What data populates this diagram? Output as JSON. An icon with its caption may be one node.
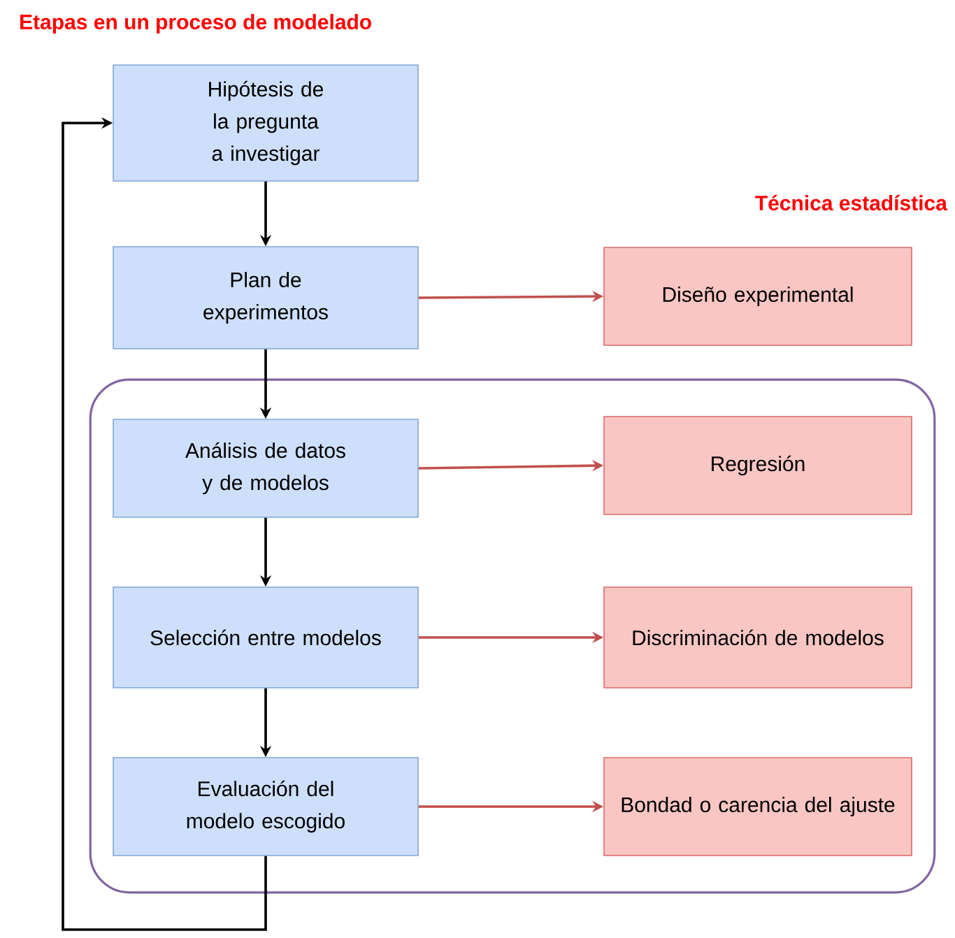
{
  "diagram": {
    "title": "Etapas en un proceso de modelado",
    "nodes": [
      {
        "text": [
          "Hipótesis de la pregunta a investigar"
        ]
      },
      {
        "text": [
          "Plan de experimentos"
        ]
      },
      {
        "text": [
          "Diseño experimental"
        ]
      },
      {
        "text": [],
        "shape": "box"
      },
      {
        "text": [
          "Análisis de datos y de modelos"
        ],
        "in": 3
      },
      {
        "text": [
          "Regresión"
        ],
        "in": 3
      },
      {
        "text": [
          "Selección entre modelos"
        ],
        "in": 3
      },
      {
        "text": [
          "Discriminación de modelos"
        ],
        "in": 3
      },
      {
        "text": [
          "Evaluación del modelo escogido"
        ],
        "in": 3
      },
      {
        "text": [
          "Bondad o carencia del ajuste"
        ],
        "in": 3
      }
    ],
    "edges": [
      {
        "from": 0,
        "to": 1,
        "arrow": "to"
      },
      {
        "from": 1,
        "to": 2,
        "arrow": "to",
        "color": "#c0504d"
      },
      {
        "from": 1,
        "to": 4,
        "arrow": "to"
      },
      {
        "from": 4,
        "to": 5,
        "arrow": "to",
        "color": "#c0504d"
      },
      {
        "from": 4,
        "to": 6,
        "arrow": "to"
      },
      {
        "from": 6,
        "to": 7,
        "arrow": "to",
        "color": "#c0504d"
      },
      {
        "from": 6,
        "to": 8,
        "arrow": "to"
      },
      {
        "from": 8,
        "to": 9,
        "arrow": "to",
        "color": "#c0504d"
      },
      {
        "from": 8,
        "to": 0,
        "arrow": "to"
      }
    ],
    "labels": [
      "Técnica estadística"
    ]
  }
}
